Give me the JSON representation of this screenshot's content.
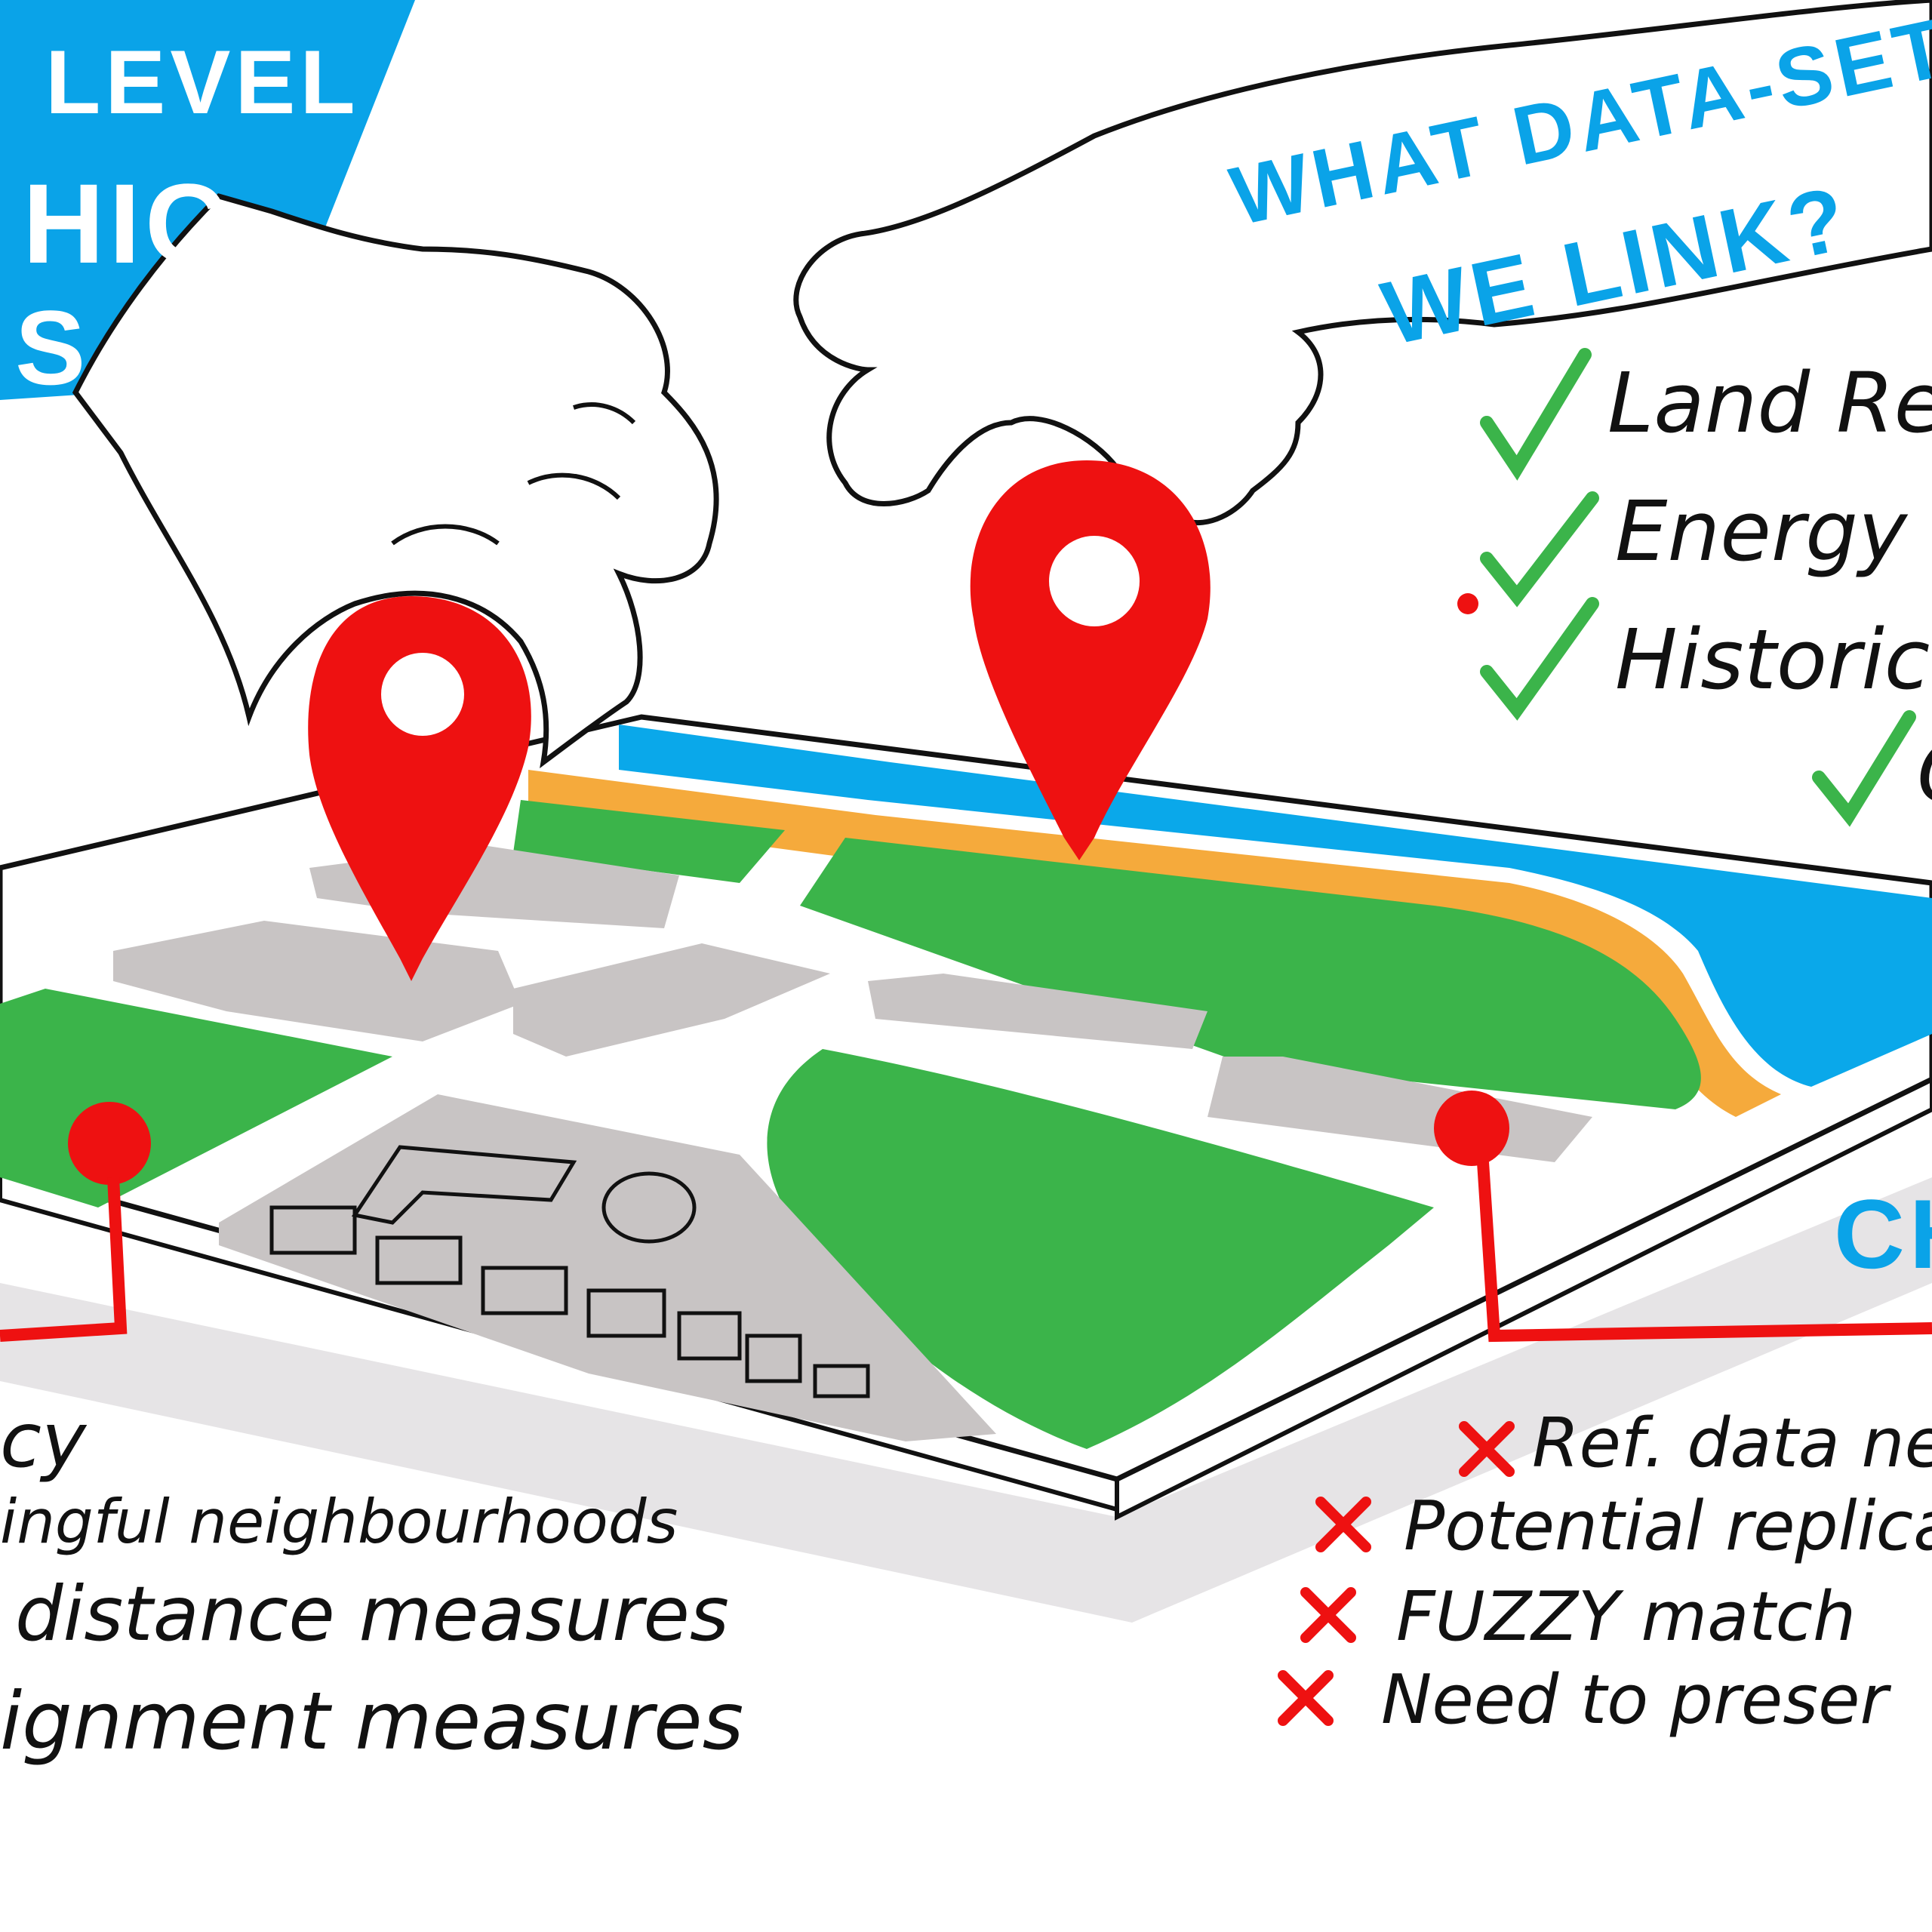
{
  "colors": {
    "blue": "#0aa3e8",
    "red": "#ee1111",
    "green": "#3bb44a",
    "orange": "#f5aa3c",
    "water": "#0aa8ea",
    "gray": "#c8c4c4",
    "ink": "#111111"
  },
  "banner": {
    "line1": "LEVEL",
    "line2": "HIC",
    "line3": "S"
  },
  "question": {
    "line1": "WHAT DATA-SETS C",
    "line2": "WE LINK?"
  },
  "datasets": {
    "items": [
      {
        "label": "Land Regi",
        "mark": "check-icon"
      },
      {
        "label": "Energy P",
        "mark": "check-icon"
      },
      {
        "label": "Historic G",
        "mark": "check-icon"
      },
      {
        "label": "C",
        "mark": "check-icon"
      }
    ]
  },
  "left_list": {
    "items": [
      "cy",
      "ingful neighbourhoods",
      "distance measures",
      "ignment measures"
    ]
  },
  "challenges": {
    "heading": "CH",
    "items": [
      {
        "label": "Ref. data ne",
        "mark": "cross-icon"
      },
      {
        "label": "Potential replica",
        "mark": "cross-icon"
      },
      {
        "label": "FUZZY match",
        "mark": "cross-icon"
      },
      {
        "label": "Need to preser",
        "mark": "cross-icon"
      }
    ]
  }
}
